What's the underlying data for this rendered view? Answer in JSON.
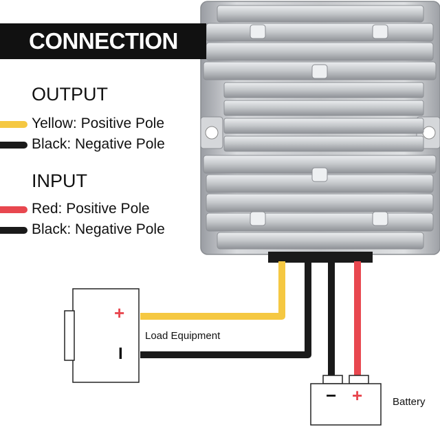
{
  "banner": {
    "title": "CONNECTION"
  },
  "output": {
    "heading": "OUTPUT",
    "wires": [
      {
        "label": "Yellow: Positive Pole",
        "color": "#f5c842"
      },
      {
        "label": "Black: Negative Pole",
        "color": "#1a1a1a"
      }
    ]
  },
  "input": {
    "heading": "INPUT",
    "wires": [
      {
        "label": "Red: Positive Pole",
        "color": "#e8474f"
      },
      {
        "label": "Black: Negative Pole",
        "color": "#1a1a1a"
      }
    ]
  },
  "diagram": {
    "load_label": "Load Equipment",
    "battery_label": "Battery",
    "positive_symbol": "+",
    "negative_symbol": "−",
    "minus_bar": "I"
  }
}
